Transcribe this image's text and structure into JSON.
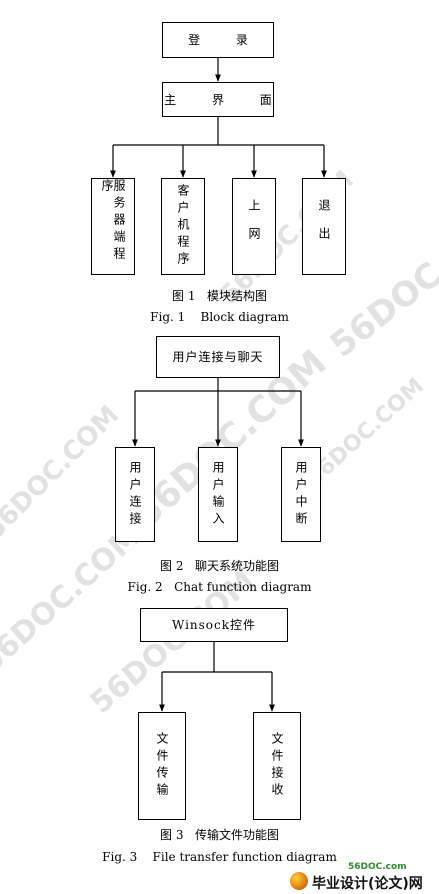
{
  "watermark": "56DOC.COM",
  "figure1": {
    "top": "登   录",
    "main": "主 界 面",
    "children": [
      "服务器端程序",
      "客户机程序",
      "上网",
      "退出"
    ],
    "caption_cn": "图 1   模块结构图",
    "caption_en": "Fig. 1    Block diagram"
  },
  "figure2": {
    "top": "用户连接与聊天",
    "children": [
      "用户连接",
      "用户输入",
      "用户中断"
    ],
    "caption_cn": "图 2   聊天系统功能图",
    "caption_en": "Fig. 2   Chat function diagram"
  },
  "figure3": {
    "top": "Winsock控件",
    "children": [
      "文件传输",
      "文件接收"
    ],
    "caption_cn": "图 3   传输文件功能图",
    "caption_en": "Fig. 3    File transfer function diagram"
  },
  "logo": {
    "url": "56DOC.com",
    "name": "毕业设计(论文)网"
  }
}
